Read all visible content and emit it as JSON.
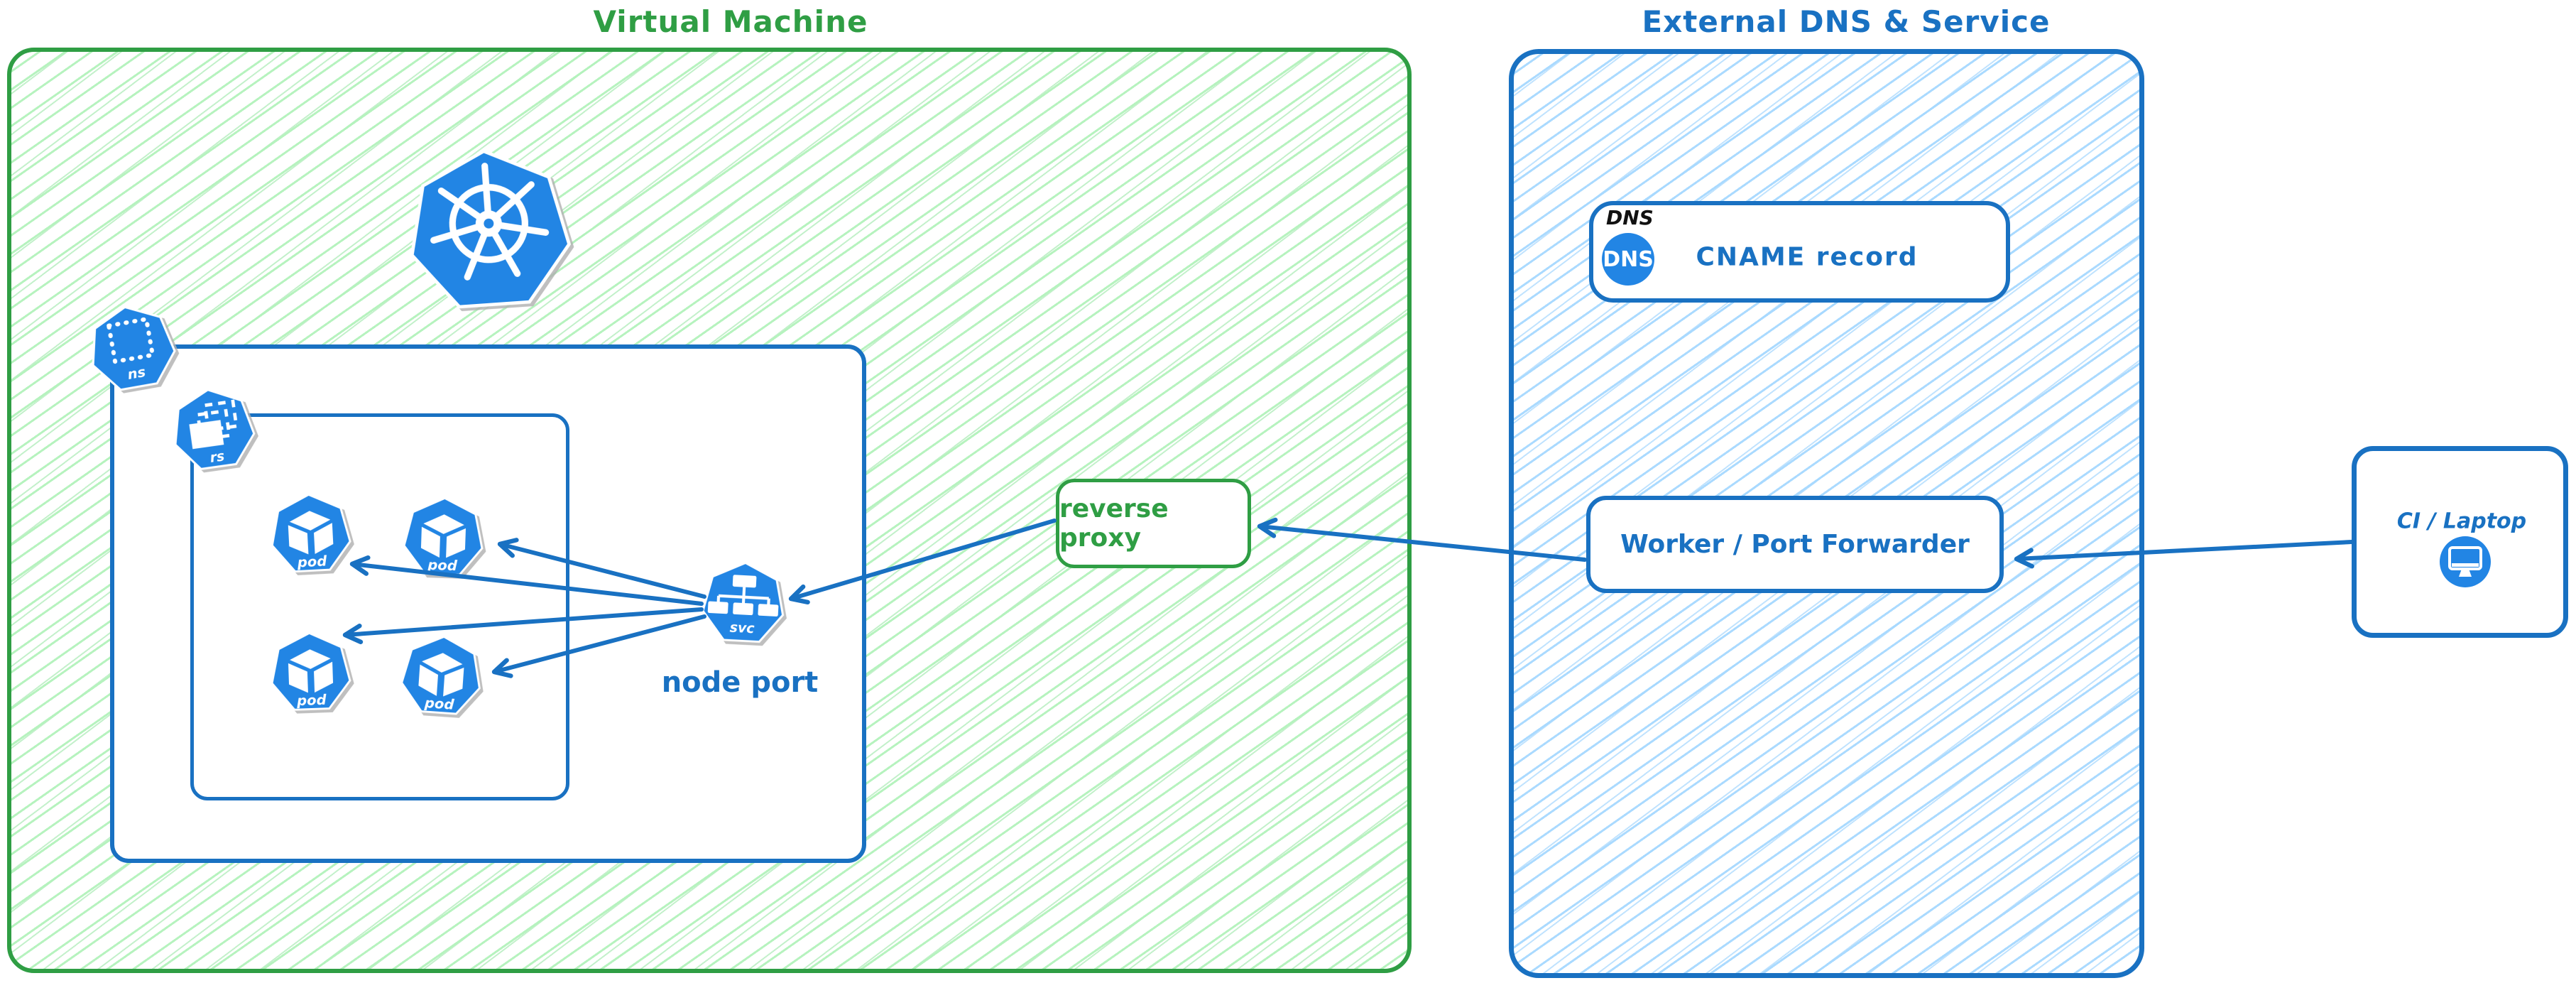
{
  "vm": {
    "title": "Virtual Machine",
    "icon_labels": {
      "ns": "ns",
      "rs": "rs",
      "svc": "svc"
    },
    "pods": [
      {
        "label": "pod"
      },
      {
        "label": "pod"
      },
      {
        "label": "pod"
      },
      {
        "label": "pod"
      }
    ],
    "node_port": "node port"
  },
  "reverse_proxy": {
    "label": "reverse proxy"
  },
  "external": {
    "title": "External DNS & Service",
    "dns": {
      "heading": "DNS",
      "badge": "DNS",
      "record": "CNAME record"
    },
    "worker": {
      "label": "Worker / Port Forwarder"
    }
  },
  "ci": {
    "label": "CI / Laptop"
  },
  "icons": {
    "kubernetes": "kubernetes-helm-wheel",
    "namespace": "dotted-square",
    "replicaset": "stacked-squares",
    "pod": "cube",
    "service": "tree-hierarchy",
    "dns": "dns-circle-badge",
    "ci": "monitor-circle-badge"
  },
  "colors": {
    "green_stroke": "#2f9e44",
    "green_hatch": "#b2f2bb",
    "blue_stroke": "#1971c2",
    "blue_hatch": "#a5d8ff",
    "icon_blue": "#2285e4",
    "heading_black": "#111111"
  }
}
